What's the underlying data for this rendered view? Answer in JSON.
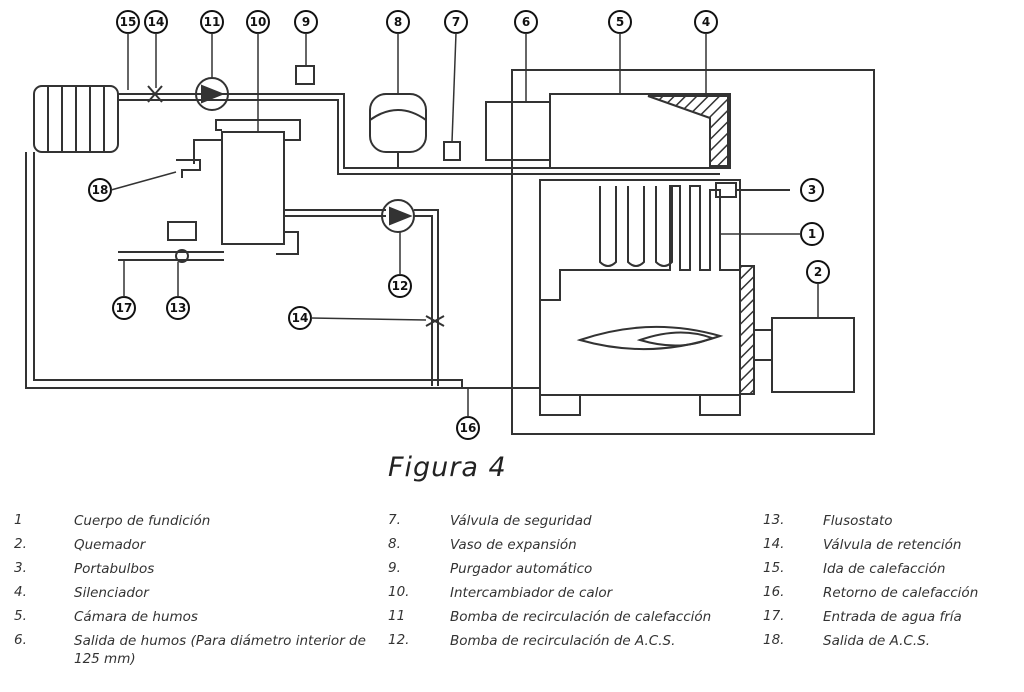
{
  "figure": {
    "title": "Figura 4",
    "callouts": [
      "1",
      "2",
      "3",
      "4",
      "5",
      "6",
      "7",
      "8",
      "9",
      "10",
      "11",
      "12",
      "13",
      "14",
      "15",
      "16",
      "17",
      "18"
    ]
  },
  "legend": {
    "column1": [
      {
        "num": "1",
        "label": "Cuerpo de fundición"
      },
      {
        "num": "2.",
        "label": "Quemador"
      },
      {
        "num": "3.",
        "label": "Portabulbos"
      },
      {
        "num": "4.",
        "label": "Silenciador"
      },
      {
        "num": "5.",
        "label": "Cámara de humos"
      },
      {
        "num": "6.",
        "label": "Salida de humos (Para diámetro interior de 125 mm)"
      }
    ],
    "column2": [
      {
        "num": "7.",
        "label": "Válvula de seguridad"
      },
      {
        "num": "8.",
        "label": "Vaso de expansión"
      },
      {
        "num": "9.",
        "label": "Purgador automático"
      },
      {
        "num": "10.",
        "label": "Intercambiador de calor"
      },
      {
        "num": "11",
        "label": "Bomba de recirculación de calefacción"
      },
      {
        "num": "12.",
        "label": "Bomba de recirculación de A.C.S."
      }
    ],
    "column3": [
      {
        "num": "13.",
        "label": "Flusostato"
      },
      {
        "num": "14.",
        "label": "Válvula de retención"
      },
      {
        "num": "15.",
        "label": "Ida de calefacción"
      },
      {
        "num": "16.",
        "label": "Retorno de calefacción"
      },
      {
        "num": "17.",
        "label": "Entrada de agua fría"
      },
      {
        "num": "18.",
        "label": "Salida de A.C.S."
      }
    ]
  }
}
